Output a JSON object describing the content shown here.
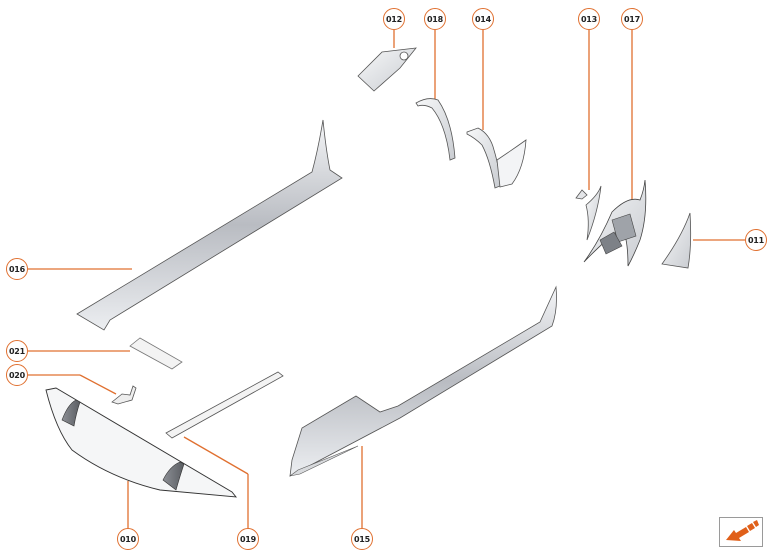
{
  "diagram": {
    "type": "exploded-parts-view",
    "accent_color": "#e07030",
    "part_fill": "#e6e8eb",
    "part_stroke": "#4a4a4a",
    "callouts": [
      {
        "id": "c012",
        "label": "012",
        "part": "upper-trim-plate"
      },
      {
        "id": "c018",
        "label": "018",
        "part": "narrow-arch-strip"
      },
      {
        "id": "c014",
        "label": "014",
        "part": "wheel-arch-liner-front"
      },
      {
        "id": "c013",
        "label": "013",
        "part": "small-curved-trim"
      },
      {
        "id": "c017",
        "label": "017",
        "part": "arch-assembly-with-brackets"
      },
      {
        "id": "c011",
        "label": "011",
        "part": "curved-side-panel"
      },
      {
        "id": "c016",
        "label": "016",
        "part": "long-side-sill-left"
      },
      {
        "id": "c021",
        "label": "021",
        "part": "short-flat-strip"
      },
      {
        "id": "c020",
        "label": "020",
        "part": "small-bracket"
      },
      {
        "id": "c010",
        "label": "010",
        "part": "rear-spoiler-wing"
      },
      {
        "id": "c019",
        "label": "019",
        "part": "long-flat-strip"
      },
      {
        "id": "c015",
        "label": "015",
        "part": "long-side-sill-right"
      }
    ]
  },
  "navigation": {
    "back_button_icon": "arrow-down-left-icon"
  }
}
